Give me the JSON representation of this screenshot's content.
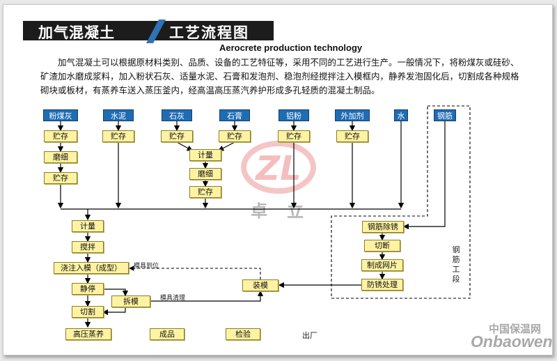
{
  "title": {
    "main": "加气混凝土",
    "sub": "工艺流程图"
  },
  "subtitle_en": "Aerocrete production technology",
  "intro": "加气混凝土可以根据原材料类别、品质、设备的工艺特征等，采用不同的工艺进行生产。一般情况下，将粉煤灰或硅砂、矿渣加水磨成浆料，加入粉状石灰、适量水泥、石膏和发泡剂、稳泡剂经搅拌注入模框内，静养发泡固化后，切割成各种规格砌块或板材，有蒸养车送入蒸压釜内，经高温高压蒸汽养护形成多孔轻质的混凝土制品。",
  "materials": {
    "flyash": "粉煤灰",
    "cement": "水泥",
    "lime": "石灰",
    "gypsum": "石膏",
    "aluminum": "铝粉",
    "additive": "外加剂",
    "water": "水",
    "rebar": "钢筋"
  },
  "steps": {
    "storage": "贮存",
    "grind": "磨细",
    "measure": "计量",
    "mix": "搅拌",
    "pour": "浇注入模（成型）",
    "rest": "静停",
    "demold": "拆模",
    "cut": "切割",
    "autoclave": "高压蒸养",
    "product": "成品",
    "inspect": "检验",
    "ship": "出厂",
    "assemble": "装模",
    "derust": "钢筋除锈",
    "cutoff": "切断",
    "mesh": "制成网片",
    "antirust": "防锈处理"
  },
  "labels": {
    "mold_ready": "模具到位",
    "mold_clean": "模具清理",
    "rebar_section": "钢筋工段"
  },
  "watermark": {
    "letters": "ZL",
    "chars": "卓立"
  },
  "logo": {
    "cn": "中国保温网",
    "en": "Onbaowen"
  }
}
